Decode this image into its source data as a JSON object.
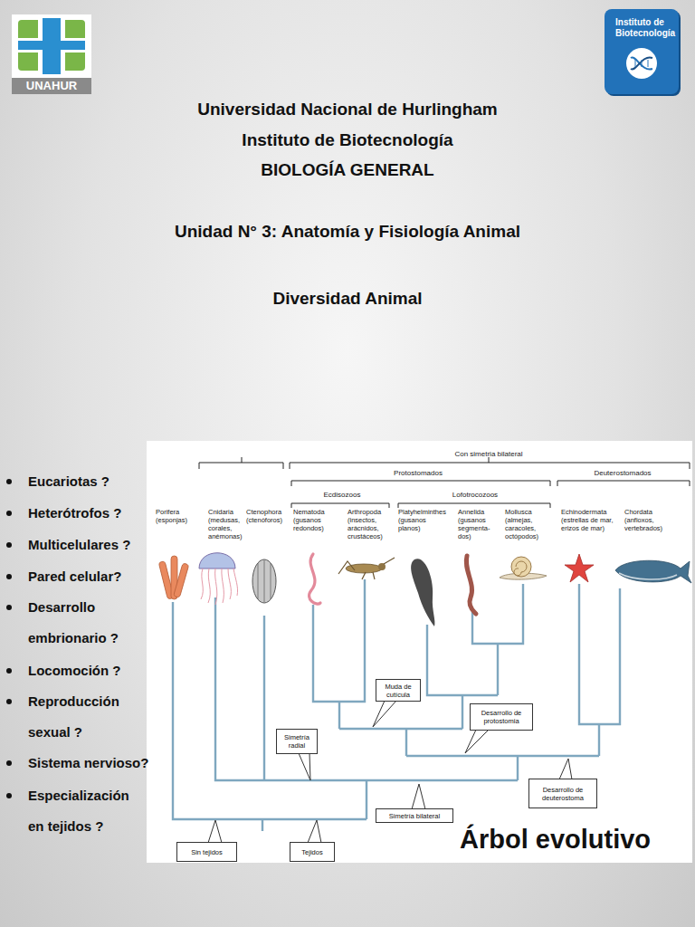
{
  "diagram": {
    "title": "Universidad Nacional de Hurlingham",
    "caption": "Árbol evolutivo",
    "nodes": [
      {
        "text": [
          "UNAHUR"
        ]
      },
      {
        "text": [
          "Instituto de Biotecnología"
        ]
      },
      {
        "text": [
          "Muda de cutícula"
        ]
      },
      {
        "text": [
          "Desarrollo de protostomia"
        ]
      },
      {
        "text": [
          "Simetría radial"
        ]
      },
      {
        "text": [
          "Desarrollo de deuterostoma"
        ]
      },
      {
        "text": [
          "Simetría bilateral"
        ]
      },
      {
        "text": [
          "Sin tejidos"
        ]
      },
      {
        "text": [
          "Tejidos"
        ]
      }
    ],
    "labels": [
      "Instituto de Biotecnología",
      "BIOLOGÍA GENERAL",
      "Unidad N° 3: Anatomía y Fisiología Animal",
      "Diversidad Animal",
      "Eucariotas ?",
      "Heterótrofos ?",
      "Multicelulares ?",
      "Pared celular?",
      "Desarrollo embrionario ?",
      "Locomoción ?",
      "Reproducción sexual ?",
      "Sistema nervioso?",
      "Especialización en tejidos ?",
      "Con simetria bilateral",
      "Protostomados",
      "Deuterostomados",
      "Ecdisozoos",
      "Lofotrocozoos",
      "Porifera",
      "(esponjas)",
      "Cnidaria",
      "(medusas, corales, anémonas)",
      "Ctenophora",
      "(ctenóforos)",
      "Nematoda",
      "(gusanos redondos)",
      "Arthropoda",
      "(insectos, arácnidos, crustáceos)",
      "Platyhelminthes",
      "(gusanos planos)",
      "Annelida",
      "(gusanos segmenta- dos)",
      "Mollusca",
      "(almejas, caracoles, octópodos)",
      "Echinodermata",
      "(estrellas de mar, erizos de mar)",
      "Chordata",
      "(anfioxos, vertebrados)"
    ]
  }
}
